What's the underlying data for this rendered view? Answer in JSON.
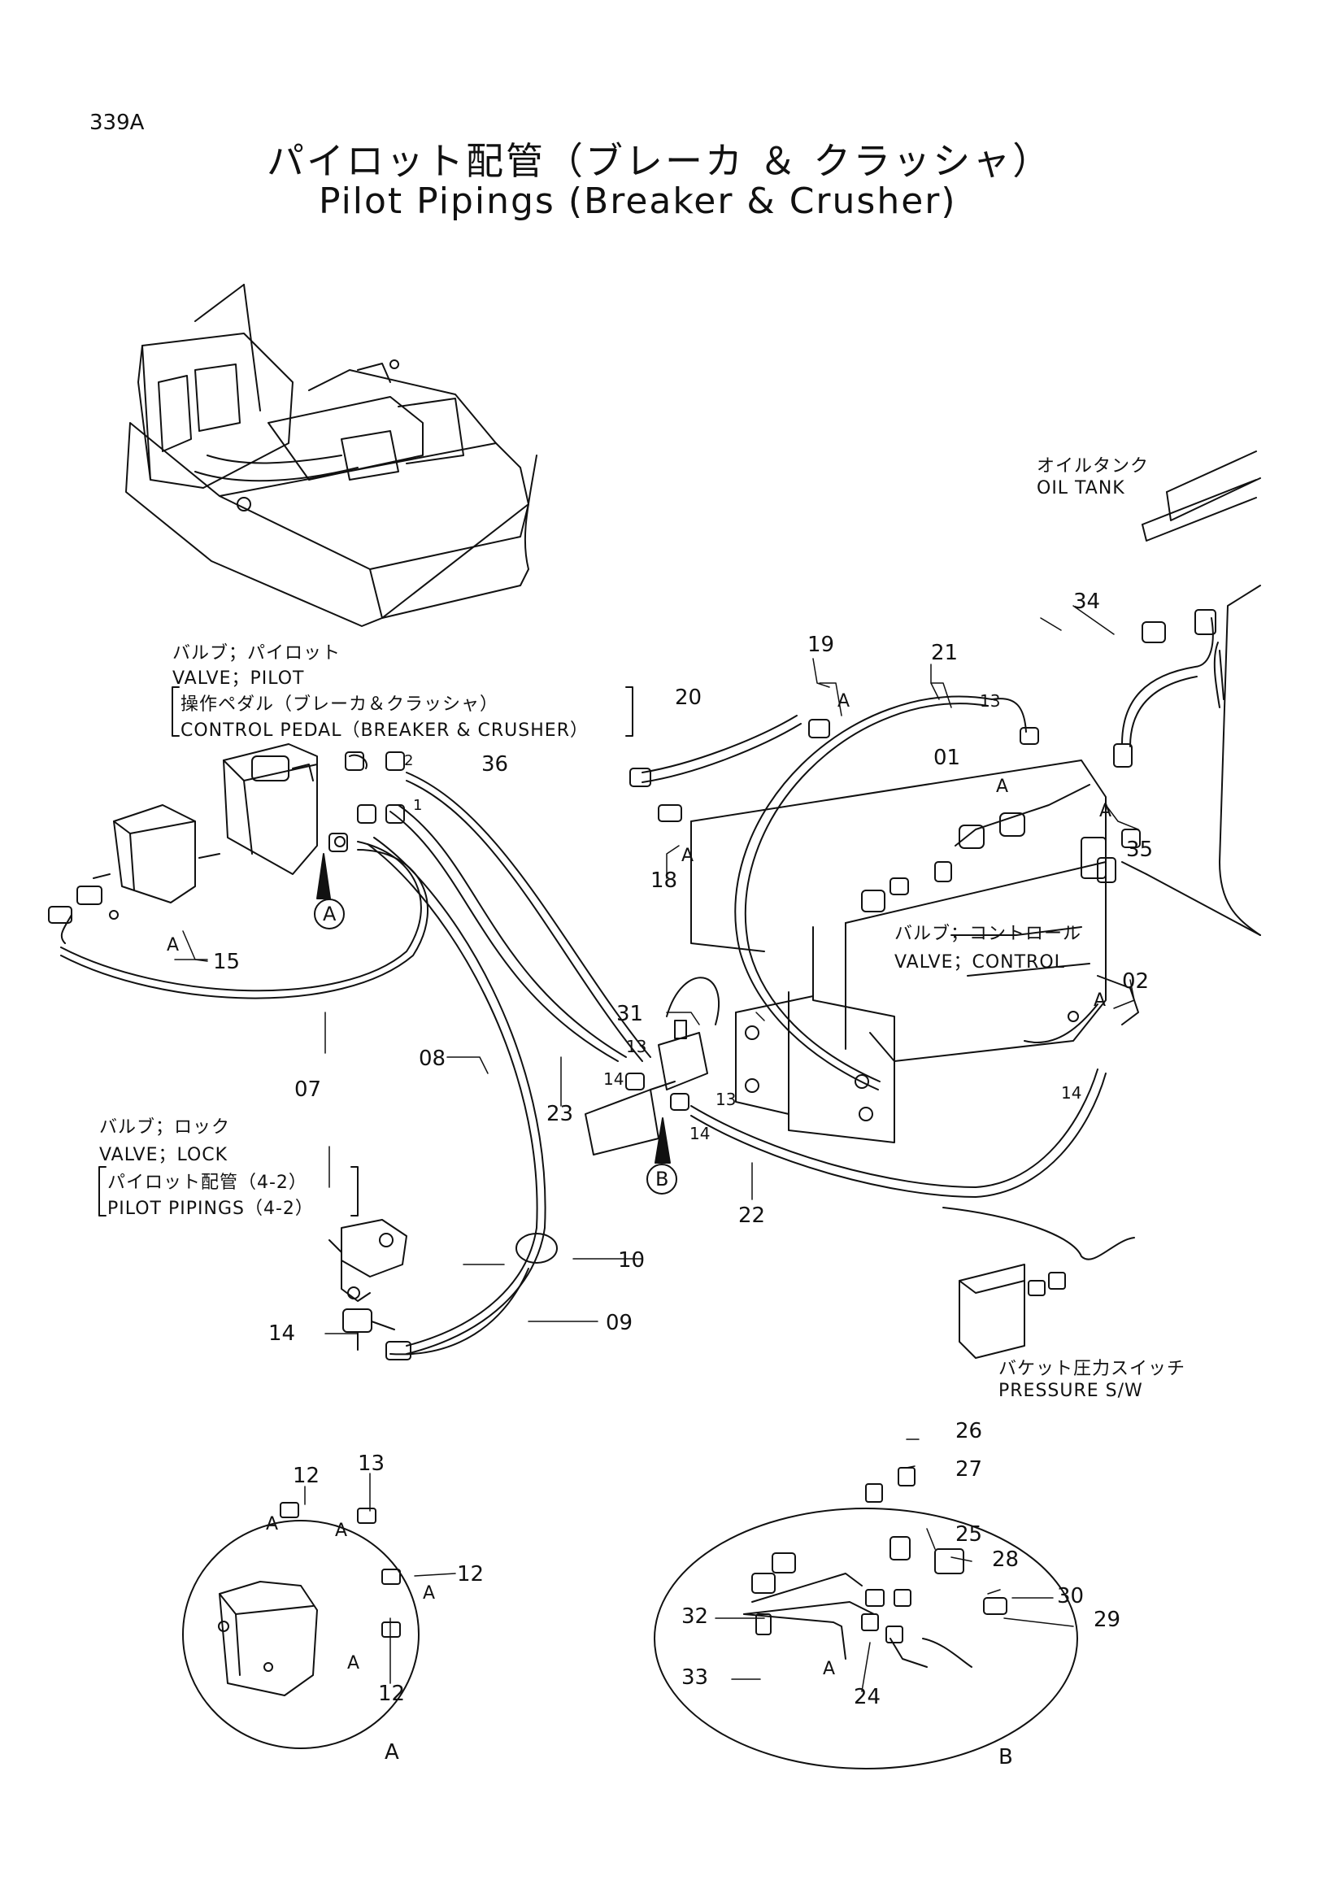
{
  "page": {
    "number": "339A",
    "title_jp": "パイロット配管（ブレーカ ＆ クラッシャ）",
    "title_en": "Pilot Pipings (Breaker & Crusher)"
  },
  "labels": {
    "oil_tank_jp": "オイルタンク",
    "oil_tank_en": "OIL TANK",
    "valve_pilot_jp": "バルブ；パイロット",
    "valve_pilot_en": "VALVE；PILOT",
    "control_pedal_jp": "操作ペダル（ブレーカ＆クラッシャ）",
    "control_pedal_en": "CONTROL PEDAL（BREAKER & CRUSHER）",
    "valve_control_jp": "バルブ；コントロール",
    "valve_control_en": "VALVE；CONTROL",
    "valve_lock_jp": "バルブ；ロック",
    "valve_lock_en": "VALVE；LOCK",
    "pilot_pipings_jp": "パイロット配管（4-2）",
    "pilot_pipings_en": "PILOT  PIPINGS（4-2）",
    "pressure_sw_jp": "バケット圧力スイッチ",
    "pressure_sw_en": "PRESSURE S/W",
    "detail_a": "A",
    "detail_b": "B",
    "view_a": "A",
    "view_b": "B"
  },
  "callouts": {
    "p01": "01",
    "p02": "02",
    "p07": "07",
    "p08": "08",
    "p09": "09",
    "p10": "10",
    "p12a": "12",
    "p12b": "12",
    "p12c": "12",
    "p13a": "13",
    "p13b": "13",
    "p13c": "13",
    "p13d": "13",
    "p14a": "14",
    "p14b": "14",
    "p14c": "14",
    "p14d": "14",
    "p15": "15",
    "p18": "18",
    "p19": "19",
    "p20": "20",
    "p21": "21",
    "p22": "22",
    "p23": "23",
    "p24": "24",
    "p25": "25",
    "p26": "26",
    "p27": "27",
    "p28": "28",
    "p29": "29",
    "p30": "30",
    "p31": "31",
    "p32": "32",
    "p33": "33",
    "p34": "34",
    "p35": "35",
    "p36": "36",
    "port1": "1",
    "port2": "2",
    "a01": "A",
    "a02": "A",
    "a15": "A",
    "a18": "A",
    "a19": "A",
    "a35": "A",
    "a12a": "A",
    "a12b": "A",
    "a12c": "A",
    "a13": "A",
    "a24": "A"
  }
}
